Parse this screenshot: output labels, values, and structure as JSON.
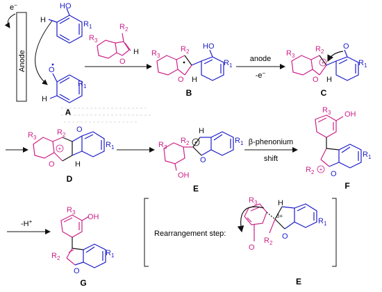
{
  "colors": {
    "blue": "#1a1ac8",
    "magenta": "#cc2288",
    "black": "#111111",
    "dashed_gray": "#d8d8d8"
  },
  "anode": {
    "label": "Anode",
    "electron": "e",
    "electron_sup": "−"
  },
  "labels": {
    "HO": "HO",
    "OH": "OH",
    "H": "H",
    "O": "O",
    "R": "R",
    "s1": "1",
    "s2": "2",
    "s3": "3"
  },
  "compounds": {
    "A": "A",
    "B": "B",
    "C": "C",
    "D": "D",
    "E": "E",
    "F": "F",
    "G": "G",
    "E2": "E"
  },
  "arrows": {
    "anode_label": "anode",
    "minus_e": "-e",
    "minus_e_sup": "−",
    "beta_shift_1": "β-phenonium",
    "beta_shift_2": "shift",
    "minus_h": "-H",
    "minus_h_sup": "+"
  },
  "rearrangement": {
    "label": "Rearrangement step:"
  },
  "symbols": {
    "plus": "+",
    "delta_plus": "δ+"
  }
}
